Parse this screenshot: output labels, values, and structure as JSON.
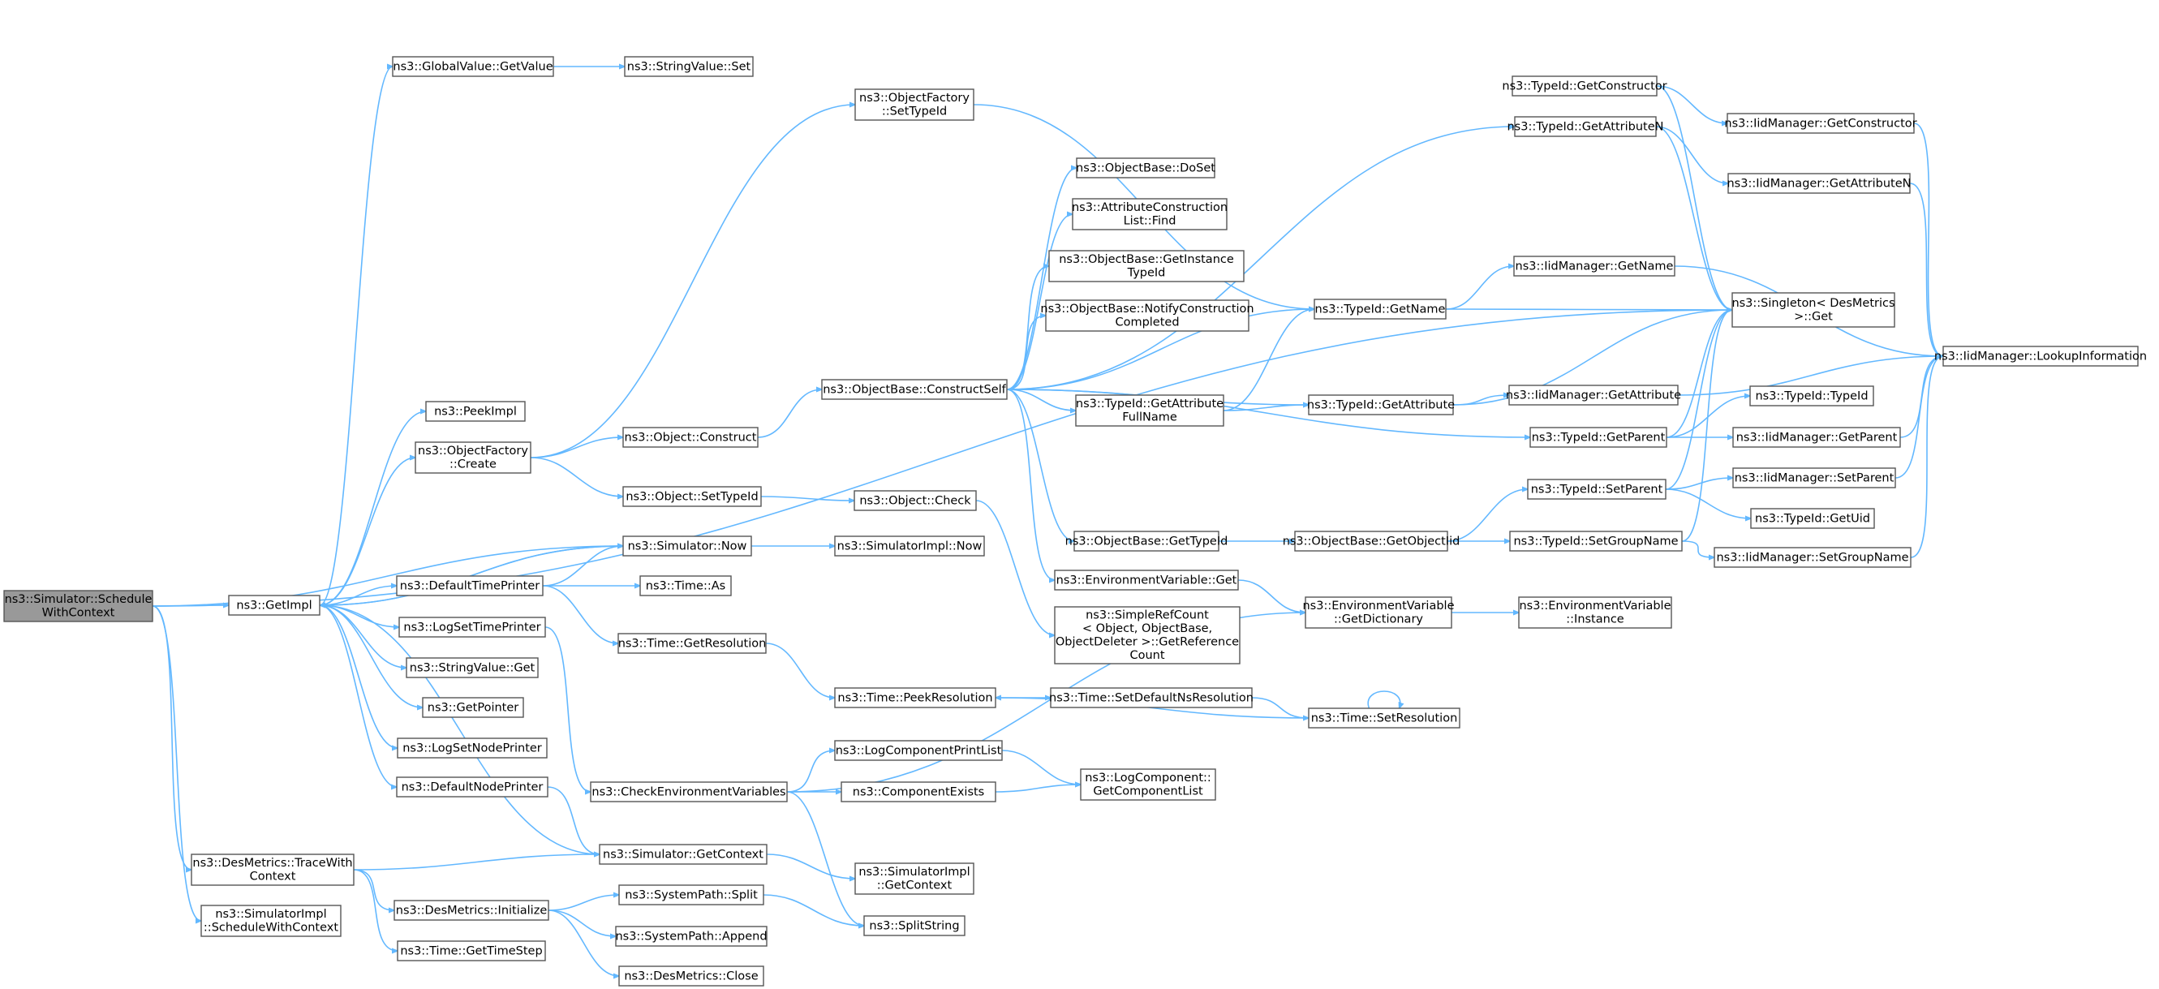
{
  "diagram": {
    "title": "",
    "nodes": [
      {
        "id": "n0",
        "lines": [
          "ns3::Simulator::Schedule",
          "WithContext"
        ],
        "root": true
      },
      {
        "id": "n1",
        "lines": [
          "ns3::GetImpl"
        ]
      },
      {
        "id": "n2",
        "lines": [
          "ns3::DesMetrics::TraceWith",
          "Context"
        ]
      },
      {
        "id": "n3",
        "lines": [
          "ns3::SimulatorImpl",
          "::ScheduleWithContext"
        ]
      },
      {
        "id": "n4",
        "lines": [
          "ns3::GlobalValue::GetValue"
        ]
      },
      {
        "id": "n5",
        "lines": [
          "ns3::StringValue::Set"
        ]
      },
      {
        "id": "n6",
        "lines": [
          "ns3::ObjectFactory",
          "::SetTypeId"
        ]
      },
      {
        "id": "n7",
        "lines": [
          "ns3::PeekImpl"
        ]
      },
      {
        "id": "n8",
        "lines": [
          "ns3::ObjectFactory",
          "::Create"
        ]
      },
      {
        "id": "n9",
        "lines": [
          "ns3::Object::Construct"
        ]
      },
      {
        "id": "n10",
        "lines": [
          "ns3::Object::SetTypeId"
        ]
      },
      {
        "id": "n11",
        "lines": [
          "ns3::Simulator::Now"
        ]
      },
      {
        "id": "n12",
        "lines": [
          "ns3::SimulatorImpl::Now"
        ]
      },
      {
        "id": "n13",
        "lines": [
          "ns3::DefaultTimePrinter"
        ]
      },
      {
        "id": "n14",
        "lines": [
          "ns3::Time::As"
        ]
      },
      {
        "id": "n15",
        "lines": [
          "ns3::Time::GetResolution"
        ]
      },
      {
        "id": "n16",
        "lines": [
          "ns3::LogSetTimePrinter"
        ]
      },
      {
        "id": "n17",
        "lines": [
          "ns3::StringValue::Get"
        ]
      },
      {
        "id": "n18",
        "lines": [
          "ns3::GetPointer"
        ]
      },
      {
        "id": "n19",
        "lines": [
          "ns3::LogSetNodePrinter"
        ]
      },
      {
        "id": "n20",
        "lines": [
          "ns3::DefaultNodePrinter"
        ]
      },
      {
        "id": "n21",
        "lines": [
          "ns3::CheckEnvironmentVariables"
        ]
      },
      {
        "id": "n22",
        "lines": [
          "ns3::Simulator::GetContext"
        ]
      },
      {
        "id": "n23",
        "lines": [
          "ns3::DesMetrics::Initialize"
        ]
      },
      {
        "id": "n24",
        "lines": [
          "ns3::Time::GetTimeStep"
        ]
      },
      {
        "id": "n25",
        "lines": [
          "ns3::SystemPath::Split"
        ]
      },
      {
        "id": "n26",
        "lines": [
          "ns3::SystemPath::Append"
        ]
      },
      {
        "id": "n27",
        "lines": [
          "ns3::DesMetrics::Close"
        ]
      },
      {
        "id": "n28",
        "lines": [
          "ns3::ObjectBase::ConstructSelf"
        ]
      },
      {
        "id": "n29",
        "lines": [
          "ns3::Object::Check"
        ]
      },
      {
        "id": "n30",
        "lines": [
          "ns3::ObjectBase::DoSet"
        ]
      },
      {
        "id": "n31",
        "lines": [
          "ns3::AttributeConstruction",
          "List::Find"
        ]
      },
      {
        "id": "n32",
        "lines": [
          "ns3::ObjectBase::GetInstance",
          "TypeId"
        ]
      },
      {
        "id": "n33",
        "lines": [
          "ns3::ObjectBase::NotifyConstruction",
          "Completed"
        ]
      },
      {
        "id": "n34",
        "lines": [
          "ns3::TypeId::GetAttribute",
          "FullName"
        ]
      },
      {
        "id": "n35",
        "lines": [
          "ns3::ObjectBase::GetTypeId"
        ]
      },
      {
        "id": "n36",
        "lines": [
          "ns3::EnvironmentVariable::Get"
        ]
      },
      {
        "id": "n37",
        "lines": [
          "ns3::SimpleRefCount",
          "< Object, ObjectBase,",
          "ObjectDeleter >::GetReference",
          "Count"
        ]
      },
      {
        "id": "n38",
        "lines": [
          "ns3::Time::PeekResolution"
        ]
      },
      {
        "id": "n39",
        "lines": [
          "ns3::LogComponentPrintList"
        ]
      },
      {
        "id": "n40",
        "lines": [
          "ns3::ComponentExists"
        ]
      },
      {
        "id": "n41",
        "lines": [
          "ns3::SimulatorImpl",
          "::GetContext"
        ]
      },
      {
        "id": "n42",
        "lines": [
          "ns3::SplitString"
        ]
      },
      {
        "id": "n43",
        "lines": [
          "ns3::TypeId::GetName"
        ]
      },
      {
        "id": "n44",
        "lines": [
          "ns3::TypeId::GetAttribute"
        ]
      },
      {
        "id": "n45",
        "lines": [
          "ns3::ObjectBase::GetObjectIid"
        ]
      },
      {
        "id": "n46",
        "lines": [
          "ns3::EnvironmentVariable",
          "::GetDictionary"
        ]
      },
      {
        "id": "n47",
        "lines": [
          "ns3::Time::SetDefaultNsResolution"
        ]
      },
      {
        "id": "n48",
        "lines": [
          "ns3::Time::SetResolution"
        ]
      },
      {
        "id": "n49",
        "lines": [
          "ns3::LogComponent::",
          "GetComponentList"
        ]
      },
      {
        "id": "n50",
        "lines": [
          "ns3::TypeId::GetConstructor"
        ]
      },
      {
        "id": "n51",
        "lines": [
          "ns3::TypeId::GetAttributeN"
        ]
      },
      {
        "id": "n52",
        "lines": [
          "ns3::IidManager::GetName"
        ]
      },
      {
        "id": "n53",
        "lines": [
          "ns3::IidManager::GetAttribute"
        ]
      },
      {
        "id": "n54",
        "lines": [
          "ns3::TypeId::GetParent"
        ]
      },
      {
        "id": "n55",
        "lines": [
          "ns3::TypeId::SetParent"
        ]
      },
      {
        "id": "n56",
        "lines": [
          "ns3::TypeId::SetGroupName"
        ]
      },
      {
        "id": "n57",
        "lines": [
          "ns3::EnvironmentVariable",
          "::Instance"
        ]
      },
      {
        "id": "n58",
        "lines": [
          "ns3::IidManager::GetConstructor"
        ]
      },
      {
        "id": "n59",
        "lines": [
          "ns3::IidManager::GetAttributeN"
        ]
      },
      {
        "id": "n60",
        "lines": [
          "ns3::Singleton< DesMetrics",
          ">::Get"
        ]
      },
      {
        "id": "n61",
        "lines": [
          "ns3::TypeId::TypeId"
        ]
      },
      {
        "id": "n62",
        "lines": [
          "ns3::IidManager::GetParent"
        ]
      },
      {
        "id": "n63",
        "lines": [
          "ns3::IidManager::SetParent"
        ]
      },
      {
        "id": "n64",
        "lines": [
          "ns3::TypeId::GetUid"
        ]
      },
      {
        "id": "n65",
        "lines": [
          "ns3::IidManager::SetGroupName"
        ]
      },
      {
        "id": "n66",
        "lines": [
          "ns3::IidManager::LookupInformation"
        ]
      }
    ],
    "edges": [
      [
        "n0",
        "n1"
      ],
      [
        "n0",
        "n11"
      ],
      [
        "n0",
        "n2"
      ],
      [
        "n0",
        "n3"
      ],
      [
        "n0",
        "n60"
      ],
      [
        "n1",
        "n4"
      ],
      [
        "n1",
        "n7"
      ],
      [
        "n1",
        "n8"
      ],
      [
        "n1",
        "n11"
      ],
      [
        "n1",
        "n13"
      ],
      [
        "n1",
        "n16"
      ],
      [
        "n1",
        "n17"
      ],
      [
        "n1",
        "n18"
      ],
      [
        "n1",
        "n19"
      ],
      [
        "n1",
        "n20"
      ],
      [
        "n4",
        "n5"
      ],
      [
        "n6",
        "n43"
      ],
      [
        "n8",
        "n6"
      ],
      [
        "n8",
        "n9"
      ],
      [
        "n8",
        "n10"
      ],
      [
        "n9",
        "n28"
      ],
      [
        "n10",
        "n29"
      ],
      [
        "n11",
        "n1"
      ],
      [
        "n11",
        "n12"
      ],
      [
        "n13",
        "n11"
      ],
      [
        "n13",
        "n14"
      ],
      [
        "n13",
        "n15"
      ],
      [
        "n15",
        "n38"
      ],
      [
        "n16",
        "n21"
      ],
      [
        "n20",
        "n22"
      ],
      [
        "n21",
        "n39"
      ],
      [
        "n21",
        "n40"
      ],
      [
        "n21",
        "n46"
      ],
      [
        "n21",
        "n42"
      ],
      [
        "n22",
        "n1"
      ],
      [
        "n22",
        "n41"
      ],
      [
        "n2",
        "n22"
      ],
      [
        "n2",
        "n23"
      ],
      [
        "n2",
        "n24"
      ],
      [
        "n23",
        "n25"
      ],
      [
        "n23",
        "n26"
      ],
      [
        "n23",
        "n27"
      ],
      [
        "n25",
        "n42"
      ],
      [
        "n28",
        "n30"
      ],
      [
        "n28",
        "n31"
      ],
      [
        "n28",
        "n32"
      ],
      [
        "n28",
        "n33"
      ],
      [
        "n28",
        "n34"
      ],
      [
        "n28",
        "n35"
      ],
      [
        "n28",
        "n36"
      ],
      [
        "n28",
        "n43"
      ],
      [
        "n28",
        "n44"
      ],
      [
        "n28",
        "n51"
      ],
      [
        "n28",
        "n54"
      ],
      [
        "n29",
        "n37"
      ],
      [
        "n34",
        "n43"
      ],
      [
        "n34",
        "n44"
      ],
      [
        "n35",
        "n45"
      ],
      [
        "n36",
        "n46"
      ],
      [
        "n38",
        "n47"
      ],
      [
        "n39",
        "n49"
      ],
      [
        "n40",
        "n49"
      ],
      [
        "n43",
        "n52"
      ],
      [
        "n43",
        "n60"
      ],
      [
        "n44",
        "n53"
      ],
      [
        "n44",
        "n60"
      ],
      [
        "n45",
        "n55"
      ],
      [
        "n45",
        "n56"
      ],
      [
        "n46",
        "n57"
      ],
      [
        "n47",
        "n48"
      ],
      [
        "n48",
        "n38"
      ],
      [
        "n48",
        "n48"
      ],
      [
        "n50",
        "n58"
      ],
      [
        "n50",
        "n60"
      ],
      [
        "n51",
        "n59"
      ],
      [
        "n51",
        "n60"
      ],
      [
        "n52",
        "n66"
      ],
      [
        "n53",
        "n66"
      ],
      [
        "n54",
        "n61"
      ],
      [
        "n54",
        "n62"
      ],
      [
        "n54",
        "n60"
      ],
      [
        "n55",
        "n63"
      ],
      [
        "n55",
        "n64"
      ],
      [
        "n55",
        "n60"
      ],
      [
        "n56",
        "n65"
      ],
      [
        "n56",
        "n60"
      ],
      [
        "n58",
        "n66"
      ],
      [
        "n59",
        "n66"
      ],
      [
        "n62",
        "n66"
      ],
      [
        "n63",
        "n66"
      ],
      [
        "n65",
        "n66"
      ]
    ]
  }
}
